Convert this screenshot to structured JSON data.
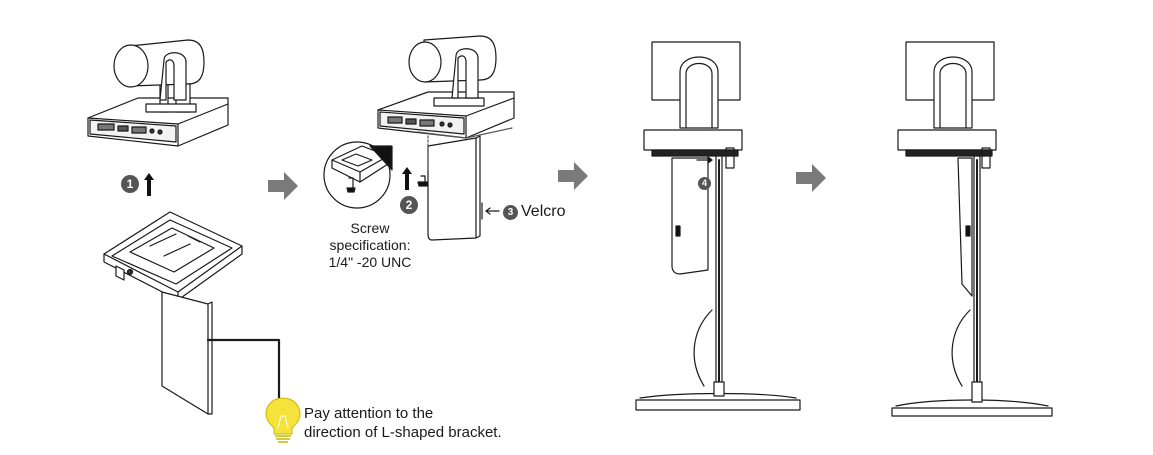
{
  "steps": [
    {
      "badge": "1"
    },
    {
      "badge": "2"
    },
    {
      "badge": "3",
      "label": "Velcro"
    },
    {
      "badge": "4"
    }
  ],
  "screw_spec": {
    "line1": "Screw",
    "line2": "specification:",
    "line3": "1/4\" -20 UNC"
  },
  "tip": {
    "line1": "Pay attention to the",
    "line2": "direction of L-shaped bracket."
  },
  "colors": {
    "line": "#1a1a1a",
    "arrow": "#7a7a7a",
    "badge": "#555555",
    "bulb": "#f5e23a"
  },
  "icons": [
    "step-arrow-icon",
    "bulb-icon",
    "up-arrow-icon",
    "left-arrow-icon"
  ]
}
